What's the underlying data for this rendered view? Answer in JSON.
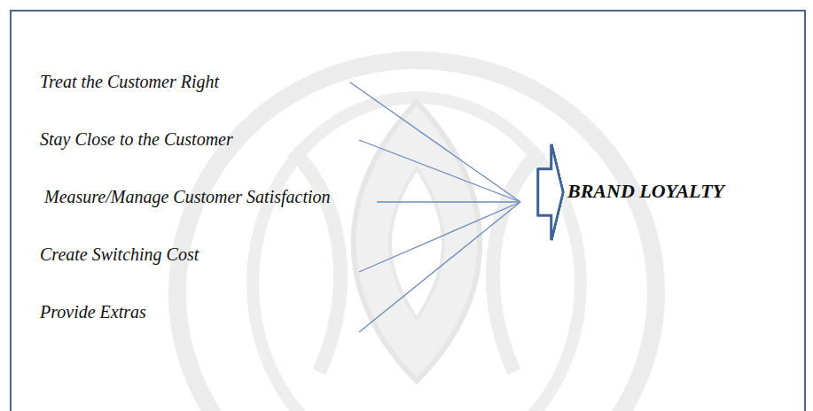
{
  "diagram": {
    "nodes": [
      {
        "text": [
          "Treat the Customer Right"
        ]
      },
      {
        "text": [
          "Stay Close to the Customer"
        ]
      },
      {
        "text": [
          "Measure/Manage Customer Satisfaction"
        ]
      },
      {
        "text": [
          "Create Switching Cost"
        ]
      },
      {
        "text": [
          "Provide Extras"
        ]
      },
      {
        "text": [
          "BRAND LOYALTY"
        ]
      }
    ],
    "edges": [
      {
        "from": 0,
        "to": 5,
        "arrow": "to"
      },
      {
        "from": 1,
        "to": 5,
        "arrow": "to"
      },
      {
        "from": 2,
        "to": 5,
        "arrow": "to"
      },
      {
        "from": 3,
        "to": 5,
        "arrow": "to"
      },
      {
        "from": 4,
        "to": 5,
        "arrow": "to"
      }
    ]
  }
}
